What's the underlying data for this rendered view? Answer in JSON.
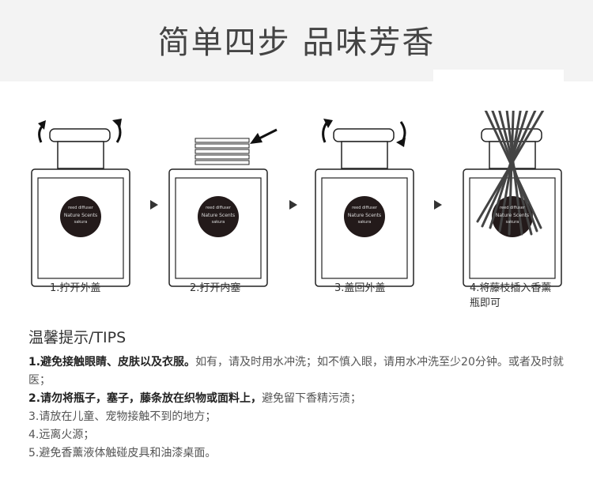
{
  "header": {
    "title": "简单四步 品味芳香"
  },
  "bottle_label": {
    "line1": "reed diffuser",
    "line2": "Nature Scents",
    "line3": "sakura"
  },
  "steps": [
    {
      "label": "1.拧开外盖"
    },
    {
      "label": "2.打开内塞"
    },
    {
      "label": "3.盖回外盖"
    },
    {
      "label_line1": "4.将藤枝插入香薰",
      "label_line2": "瓶即可"
    }
  ],
  "tips": {
    "title": "温馨提示/TIPS",
    "items": [
      {
        "strong": "1.避免接触眼睛、皮肤以及衣服。",
        "normal": "如有，请及时用水冲洗；如不慎入眼，请用水冲洗至少20分钟。或者及时就医；"
      },
      {
        "strong": "2.请勿将瓶子，塞子，藤条放在织物或面料上，",
        "normal": "避免留下香精污渍；"
      },
      {
        "strong": "",
        "normal": "3.请放在儿童、宠物接触不到的地方；"
      },
      {
        "strong": "",
        "normal": "4.远离火源；"
      },
      {
        "strong": "",
        "normal": "5.避免香薰液体触碰皮具和油漆桌面。"
      }
    ]
  }
}
